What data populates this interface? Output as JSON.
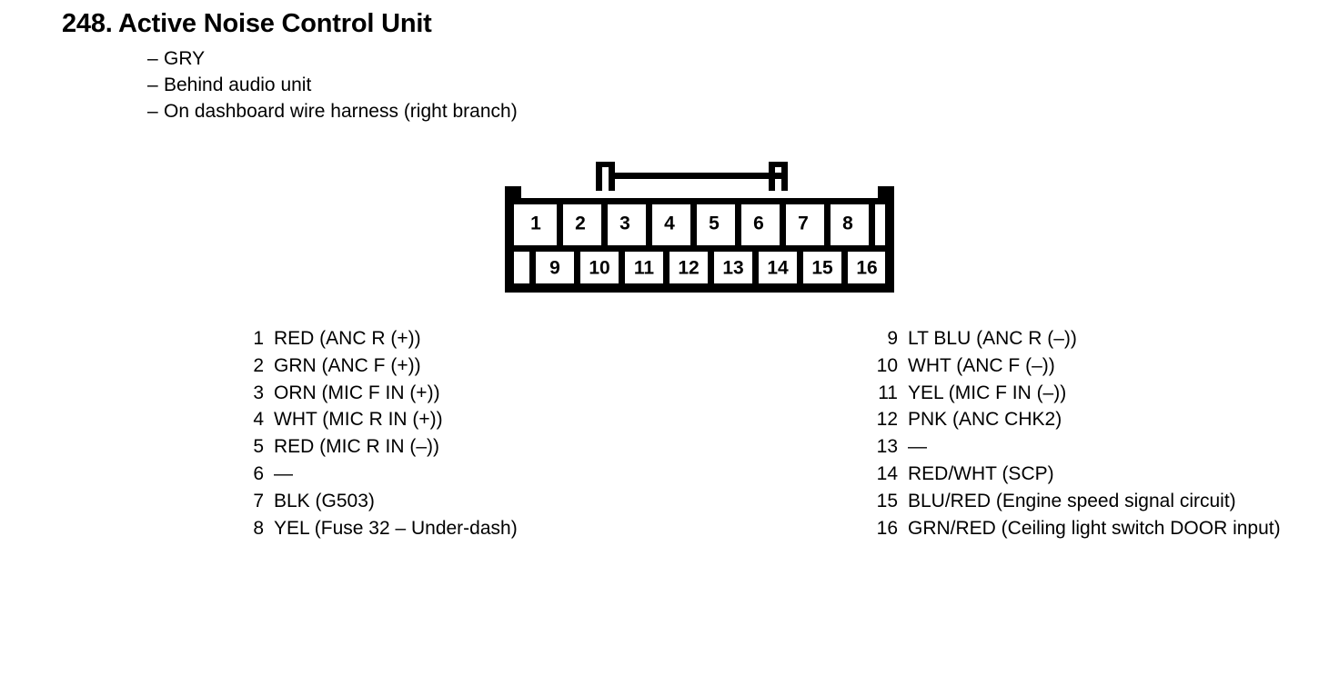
{
  "header": {
    "number": "248.",
    "title": "Active Noise Control Unit",
    "bullet": "–",
    "subtitles": [
      "GRY",
      "Behind audio unit",
      "On dashboard wire harness (right branch)"
    ]
  },
  "connector": {
    "top_row_pins": [
      "1",
      "2",
      "3",
      "4",
      "5",
      "6",
      "7",
      "8"
    ],
    "bottom_row_pins": [
      "9",
      "10",
      "11",
      "12",
      "13",
      "14",
      "15",
      "16"
    ],
    "line_color": "#000000",
    "fill_color": "#ffffff"
  },
  "pins": {
    "left_column": [
      {
        "num": "1",
        "desc": "RED (ANC R (+))"
      },
      {
        "num": "2",
        "desc": "GRN (ANC F (+))"
      },
      {
        "num": "3",
        "desc": "ORN (MIC F IN (+))"
      },
      {
        "num": "4",
        "desc": "WHT (MIC R IN (+))"
      },
      {
        "num": "5",
        "desc": "RED (MIC R IN (–))"
      },
      {
        "num": "6",
        "desc": "—"
      },
      {
        "num": "7",
        "desc": "BLK (G503)"
      },
      {
        "num": "8",
        "desc": "YEL (Fuse 32 – Under-dash)"
      }
    ],
    "right_column": [
      {
        "num": "9",
        "desc": "LT BLU (ANC R (–))"
      },
      {
        "num": "10",
        "desc": "WHT (ANC F (–))"
      },
      {
        "num": "11",
        "desc": "YEL (MIC F IN (–))"
      },
      {
        "num": "12",
        "desc": "PNK (ANC CHK2)"
      },
      {
        "num": "13",
        "desc": "—"
      },
      {
        "num": "14",
        "desc": "RED/WHT (SCP)"
      },
      {
        "num": "15",
        "desc": "BLU/RED (Engine speed signal circuit)"
      },
      {
        "num": "16",
        "desc": "GRN/RED (Ceiling light switch DOOR input)"
      }
    ]
  }
}
